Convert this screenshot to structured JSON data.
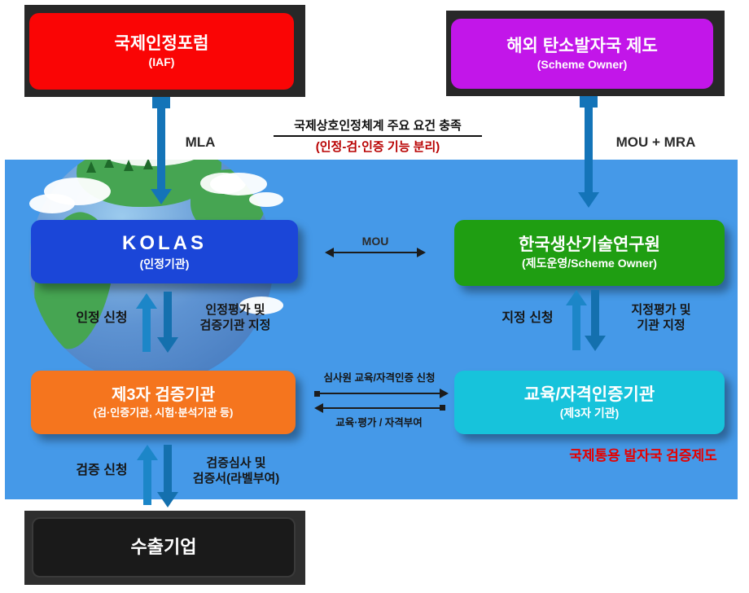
{
  "top": {
    "iaf": {
      "title": "국제인정포럼",
      "subtitle": "(IAF)"
    },
    "overseas": {
      "title": "해외 탄소발자국 제도",
      "subtitle": "(Scheme Owner)"
    },
    "mla_label": "MLA",
    "mou_mra_label": "MOU + MRA",
    "banner_line1": "국제상호인정체계 주요 요건 충족",
    "banner_line2": "(인정-검·인증 기능 분리)"
  },
  "middle": {
    "kolas": {
      "title": "KOLAS",
      "subtitle": "(인정기관)"
    },
    "kitech": {
      "title": "한국생산기술연구원",
      "subtitle": "(제도운영/Scheme Owner)"
    },
    "mou_label": "MOU",
    "left_up_label": "인정 신청",
    "left_down_label": "인정평가 및\n검증기관 지정",
    "right_up_label": "지정 신청",
    "right_down_label": "지정평가 및\n기관 지정"
  },
  "lower": {
    "verifier": {
      "title": "제3자 검증기관",
      "subtitle": "(검·인증기관, 시험·분석기관 등)"
    },
    "edu": {
      "title": "교육/자격인증기관",
      "subtitle": "(제3자 기관)"
    },
    "request_label": "심사원 교육/자격인증 신청",
    "grant_label": "교육·평가 / 자격부여",
    "note": "국제통용 발자국 검증제도",
    "verify_up_label": "검증 신청",
    "verify_down_label": "검증심사 및\n검증서(라벨부여)",
    "export": {
      "title": "수출기업"
    }
  },
  "colors": {
    "panel_blue": "#4599E8",
    "iaf_red": "#FA0505",
    "overseas_purple": "#C216E9",
    "kolas_blue": "#1B46D8",
    "kitech_green": "#1F9E12",
    "verifier_orange": "#F5751E",
    "edu_cyan": "#17C3DB",
    "export_black": "#1A1A1A",
    "arrow_teal": "#1474B8",
    "banner_red": "#B80000",
    "note_red": "#E60000"
  }
}
